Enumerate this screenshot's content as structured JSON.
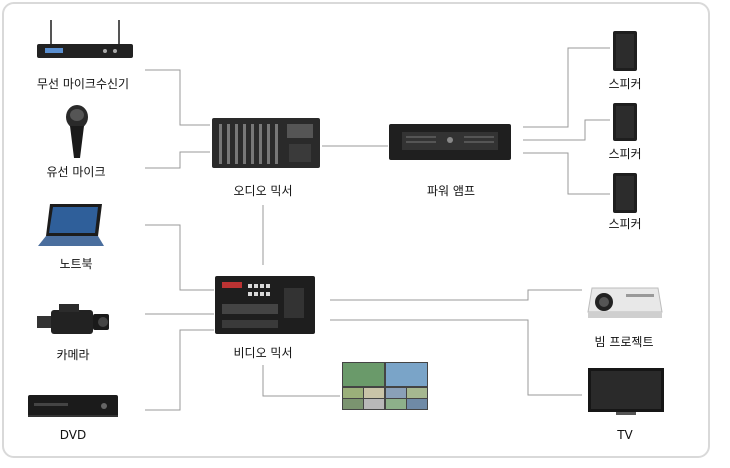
{
  "labels": {
    "wireless_mic": "무선 마이크수신기",
    "wired_mic": "유선 마이크",
    "laptop": "노트북",
    "camera": "카메라",
    "dvd": "DVD",
    "audio_mixer": "오디오 믹서",
    "power_amp": "파워 앰프",
    "video_mixer": "비디오 믹서",
    "speaker_1": "스피커",
    "speaker_2": "스피커",
    "speaker_3": "스피커",
    "beam_projector": "빔 프로젝트",
    "tv": "TV"
  },
  "icons": {
    "wireless_mic": "wireless-receiver-icon",
    "wired_mic": "microphone-icon",
    "laptop": "laptop-icon",
    "camera": "video-camera-icon",
    "dvd": "dvd-player-icon",
    "audio_mixer": "audio-mixer-icon",
    "power_amp": "power-amplifier-icon",
    "video_mixer": "video-mixer-icon",
    "speaker": "speaker-icon",
    "beam_projector": "projector-icon",
    "tv": "tv-icon",
    "multiview": "multiview-screen-icon"
  },
  "colors": {
    "wire": "#9a9a9a",
    "frame": "#d9d9d9",
    "device_dark": "#1b1b1b"
  }
}
